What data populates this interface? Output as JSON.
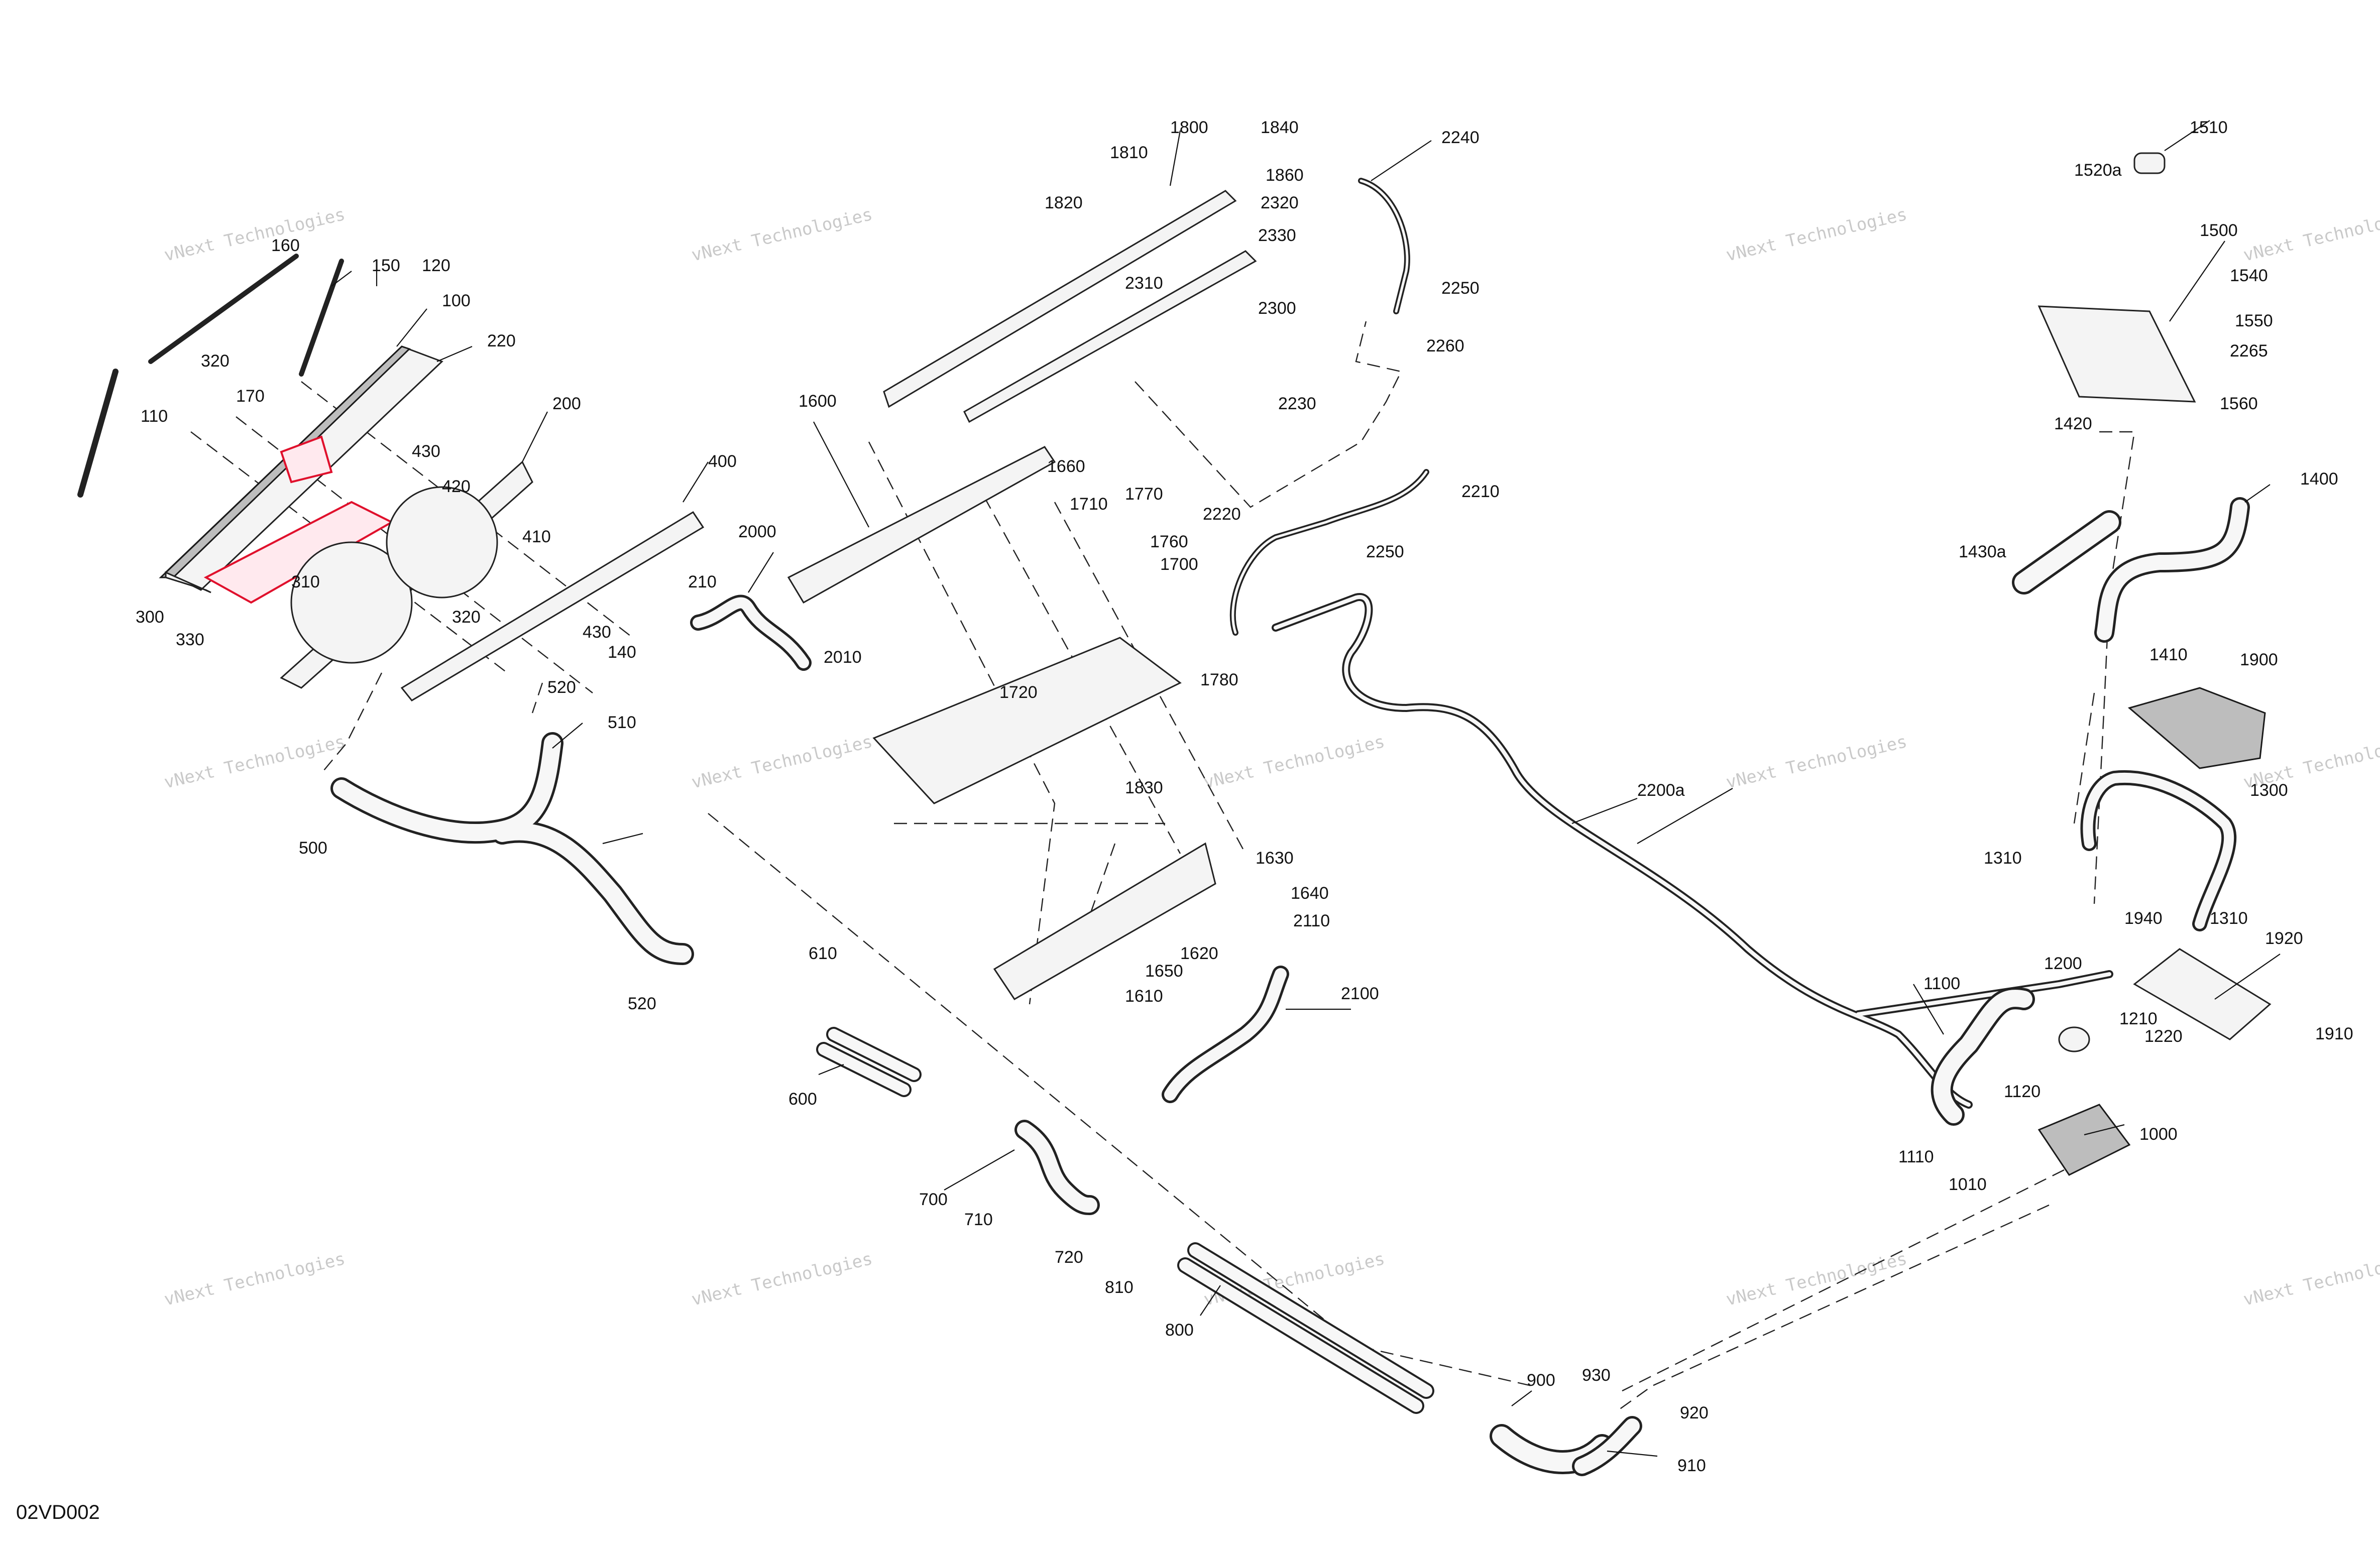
{
  "diagram_code": "02VD002",
  "watermark": {
    "line1": "vNext Technologies",
    "line2": "vNext\nTechnologies"
  },
  "highlight_color": "#e0102c",
  "callouts": {
    "c100": "100",
    "c110": "110",
    "c120": "120",
    "c140": "140",
    "c150": "150",
    "c160": "160",
    "c170": "170",
    "c200": "200",
    "c210": "210",
    "c220": "220",
    "c300": "300",
    "c310": "310",
    "c320a": "320",
    "c320b": "320",
    "c330": "330",
    "c400": "400",
    "c410": "410",
    "c420": "420",
    "c430a": "430",
    "c430b": "430",
    "c500": "500",
    "c510": "510",
    "c520a": "520",
    "c520b": "520",
    "c600": "600",
    "c610": "610",
    "c700": "700",
    "c710": "710",
    "c720": "720",
    "c800": "800",
    "c810": "810",
    "c900": "900",
    "c910": "910",
    "c920": "920",
    "c930": "930",
    "c1000": "1000",
    "c1010": "1010",
    "c1100": "1100",
    "c1110": "1110",
    "c1120": "1120",
    "c1200": "1200",
    "c1210": "1210",
    "c1220": "1220",
    "c1300": "1300",
    "c1310a": "1310",
    "c1310b": "1310",
    "c1400": "1400",
    "c1410": "1410",
    "c1420": "1420",
    "c1430a": "1430a",
    "c1500": "1500",
    "c1510": "1510",
    "c1520a": "1520a",
    "c1540": "1540",
    "c1550": "1550",
    "c1560": "1560",
    "c1600": "1600",
    "c1610": "1610",
    "c1620": "1620",
    "c1630": "1630",
    "c1640": "1640",
    "c1650": "1650",
    "c1660": "1660",
    "c1700": "1700",
    "c1710": "1710",
    "c1720": "1720",
    "c1760": "1760",
    "c1770": "1770",
    "c1780": "1780",
    "c1800": "1800",
    "c1810": "1810",
    "c1820": "1820",
    "c1830": "1830",
    "c1840": "1840",
    "c1860": "1860",
    "c1900": "1900",
    "c1910": "1910",
    "c1920": "1920",
    "c1940": "1940",
    "c2000": "2000",
    "c2010": "2010",
    "c2100": "2100",
    "c2110": "2110",
    "c2200a": "2200a",
    "c2210": "2210",
    "c2220": "2220",
    "c2230": "2230",
    "c2240": "2240",
    "c2250a": "2250",
    "c2250b": "2250",
    "c2260": "2260",
    "c2265": "2265",
    "c2300": "2300",
    "c2310": "2310",
    "c2320": "2320",
    "c2330": "2330"
  }
}
